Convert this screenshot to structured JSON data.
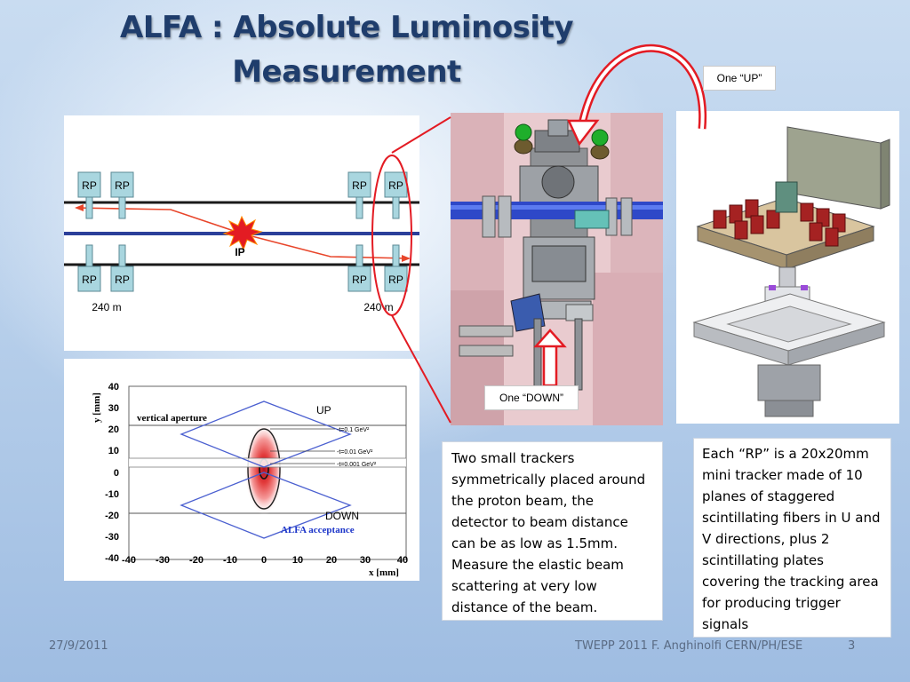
{
  "title": {
    "line1": "ALFA : Absolute Luminosity",
    "line2": "Measurement"
  },
  "callouts": {
    "up": "One “UP”",
    "down": "One “DOWN”"
  },
  "beamline": {
    "rp_label": "RP",
    "ip_label": "IP",
    "distance_left": "240 m",
    "distance_right": "240 m"
  },
  "acceptance_plot": {
    "ylabel": "y [mm]",
    "xlabel": "x [mm]",
    "y_ticks": [
      "40",
      "30",
      "20",
      "10",
      "0",
      "-10",
      "-20",
      "-30",
      "-40"
    ],
    "x_ticks": [
      "-40",
      "-30",
      "-20",
      "-10",
      "0",
      "10",
      "20",
      "30",
      "40"
    ],
    "aperture_label": "vertical aperture",
    "acceptance_label": "ALFA acceptance",
    "up_label": "UP",
    "down_label": "DOWN",
    "t_labels": [
      "-t=0.1 GeV²",
      "-t=0.01 GeV²",
      "-t=0.001 GeV²"
    ]
  },
  "text_middle": "Two small trackers symmetrically placed around the proton beam, the detector to beam distance can be as low as 1.5mm. Measure the elastic beam scattering at very low distance of the beam.",
  "text_right": "Each “RP” is a 20x20mm mini tracker made of 10 planes of staggered scintillating fibers in U and V directions, plus 2 scintillating plates covering the tracking area for producing trigger signals",
  "footer": {
    "date": "27/9/2011",
    "conference": "TWEPP 2011 F. Anghinolfi CERN/PH/ESE",
    "page": "3"
  },
  "colors": {
    "title": "#1f3d6c",
    "accent_red": "#e31b23",
    "beam_blue": "#2b3f9a"
  }
}
